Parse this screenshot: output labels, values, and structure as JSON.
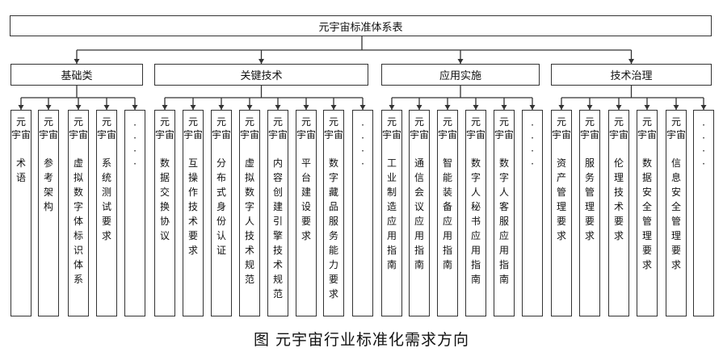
{
  "root": {
    "label": "元宇宙标准体系表"
  },
  "categories": [
    {
      "label": "基础类"
    },
    {
      "label": "关键技术"
    },
    {
      "label": "应用实施"
    },
    {
      "label": "技术治理"
    }
  ],
  "leaves": [
    [
      {
        "head": "元宇宙",
        "body": "术语"
      },
      {
        "head": "元宇宙",
        "body": "参考架构"
      },
      {
        "head": "元宇宙",
        "body": "虚拟数字体标识体系"
      },
      {
        "head": "元宇宙",
        "body": "系统测试要求"
      },
      {
        "dots": "·\n·\n·\n·"
      }
    ],
    [
      {
        "head": "元宇宙",
        "body": "数据交换协议"
      },
      {
        "head": "元宇宙",
        "body": "互操作技术要求"
      },
      {
        "head": "元宇宙",
        "body": "分布式身份认证"
      },
      {
        "head": "元宇宙",
        "body": "虚拟数字人技术规范"
      },
      {
        "head": "元宇宙",
        "body": "内容创建引擎技术规范"
      },
      {
        "head": "元宇宙",
        "body": "平台建设要求"
      },
      {
        "head": "元宇宙",
        "body": "数字藏品服务能力要求"
      },
      {
        "dots": "·\n·\n·\n·"
      }
    ],
    [
      {
        "head": "元宇宙",
        "body": "工业制造应用指南"
      },
      {
        "head": "元宇宙",
        "body": "通信会议应用指南"
      },
      {
        "head": "元宇宙",
        "body": "智能装备应用指南"
      },
      {
        "head": "元宇宙",
        "body": "数字人秘书应用指南"
      },
      {
        "head": "元宇宙",
        "body": "数字人客服应用指南"
      },
      {
        "dots": "·\n·\n·\n·"
      }
    ],
    [
      {
        "head": "元宇宙",
        "body": "资产管理要求"
      },
      {
        "head": "元宇宙",
        "body": "服务管理要求"
      },
      {
        "head": "元宇宙",
        "body": "伦理技术要求"
      },
      {
        "head": "元宇宙",
        "body": "数据安全管理要求"
      },
      {
        "head": "元宇宙",
        "body": "信息安全管理要求"
      },
      {
        "dots": "·\n·\n·\n·"
      }
    ]
  ],
  "caption": "图  元宇宙行业标准化需求方向"
}
